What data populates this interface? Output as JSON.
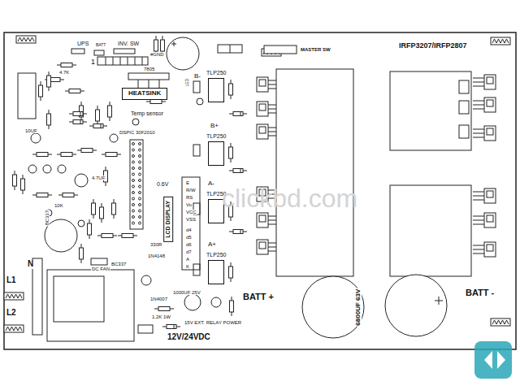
{
  "diagram": {
    "nodes": [
      {
        "text": [
          "HEATSINK"
        ]
      },
      {
        "text": [
          "TLP250"
        ]
      },
      {
        "text": [
          "TLP250"
        ]
      },
      {
        "text": [
          "TLP250"
        ]
      },
      {
        "text": [
          "TLP250"
        ]
      },
      {
        "text": [
          "LCD DISPLAY"
        ]
      }
    ],
    "labels": [
      "UPS",
      "BATT",
      "INV. SW",
      "1",
      "#GND",
      "LED",
      "7805",
      "Temp sensor",
      "DSPIC 30F2010",
      "B-",
      "B+",
      "A-",
      "A+",
      "MASTER SW",
      "IRFP3207/IRFP2807",
      "BATT +",
      "BATT -",
      "6800UF 63V",
      "12V/24VDC",
      "15V EXT. RELAY POWER",
      "DC FAN",
      "BC337",
      "BC337",
      "L1",
      "L2",
      "N",
      "0.6V",
      "E",
      "R/W",
      "RS",
      "Vo",
      "VCC",
      "VSS",
      "d4",
      "d5",
      "d6",
      "d7",
      "A",
      "K",
      "4.7K",
      "10K",
      "4.7UF",
      "10UF",
      "330R",
      "1N4148",
      "1N4007",
      "1000UF 25V",
      "1.2K 1W",
      "clickbd.com"
    ]
  }
}
